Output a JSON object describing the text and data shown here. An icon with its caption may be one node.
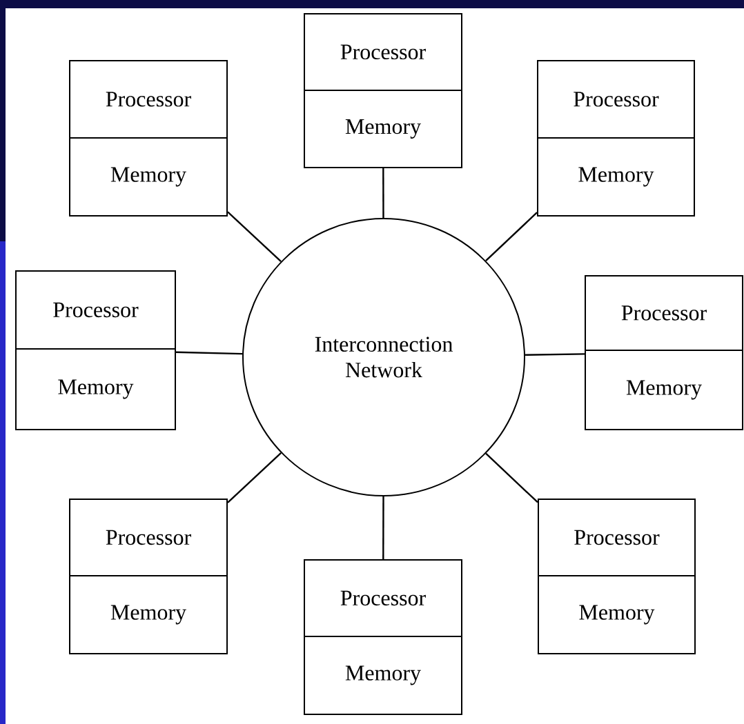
{
  "diagram": {
    "nodes": [
      {
        "text": [
          "Processor",
          "Memory"
        ]
      },
      {
        "text": [
          "Processor",
          "Memory"
        ]
      },
      {
        "text": [
          "Processor",
          "Memory"
        ]
      },
      {
        "text": [
          "Processor",
          "Memory"
        ]
      },
      {
        "text": [
          "Interconnection Network"
        ]
      },
      {
        "text": [
          "Processor",
          "Memory"
        ]
      },
      {
        "text": [
          "Processor",
          "Memory"
        ]
      },
      {
        "text": [
          "Processor",
          "Memory"
        ]
      },
      {
        "text": [
          "Processor",
          "Memory"
        ]
      }
    ],
    "edges": [
      {
        "from": 4,
        "to": 0,
        "arrow": "none"
      },
      {
        "from": 4,
        "to": 1,
        "arrow": "none"
      },
      {
        "from": 4,
        "to": 2,
        "arrow": "none"
      },
      {
        "from": 4,
        "to": 3,
        "arrow": "none"
      },
      {
        "from": 4,
        "to": 5,
        "arrow": "none"
      },
      {
        "from": 4,
        "to": 6,
        "arrow": "none"
      },
      {
        "from": 4,
        "to": 7,
        "arrow": "none"
      },
      {
        "from": 4,
        "to": 8,
        "arrow": "none"
      }
    ]
  }
}
